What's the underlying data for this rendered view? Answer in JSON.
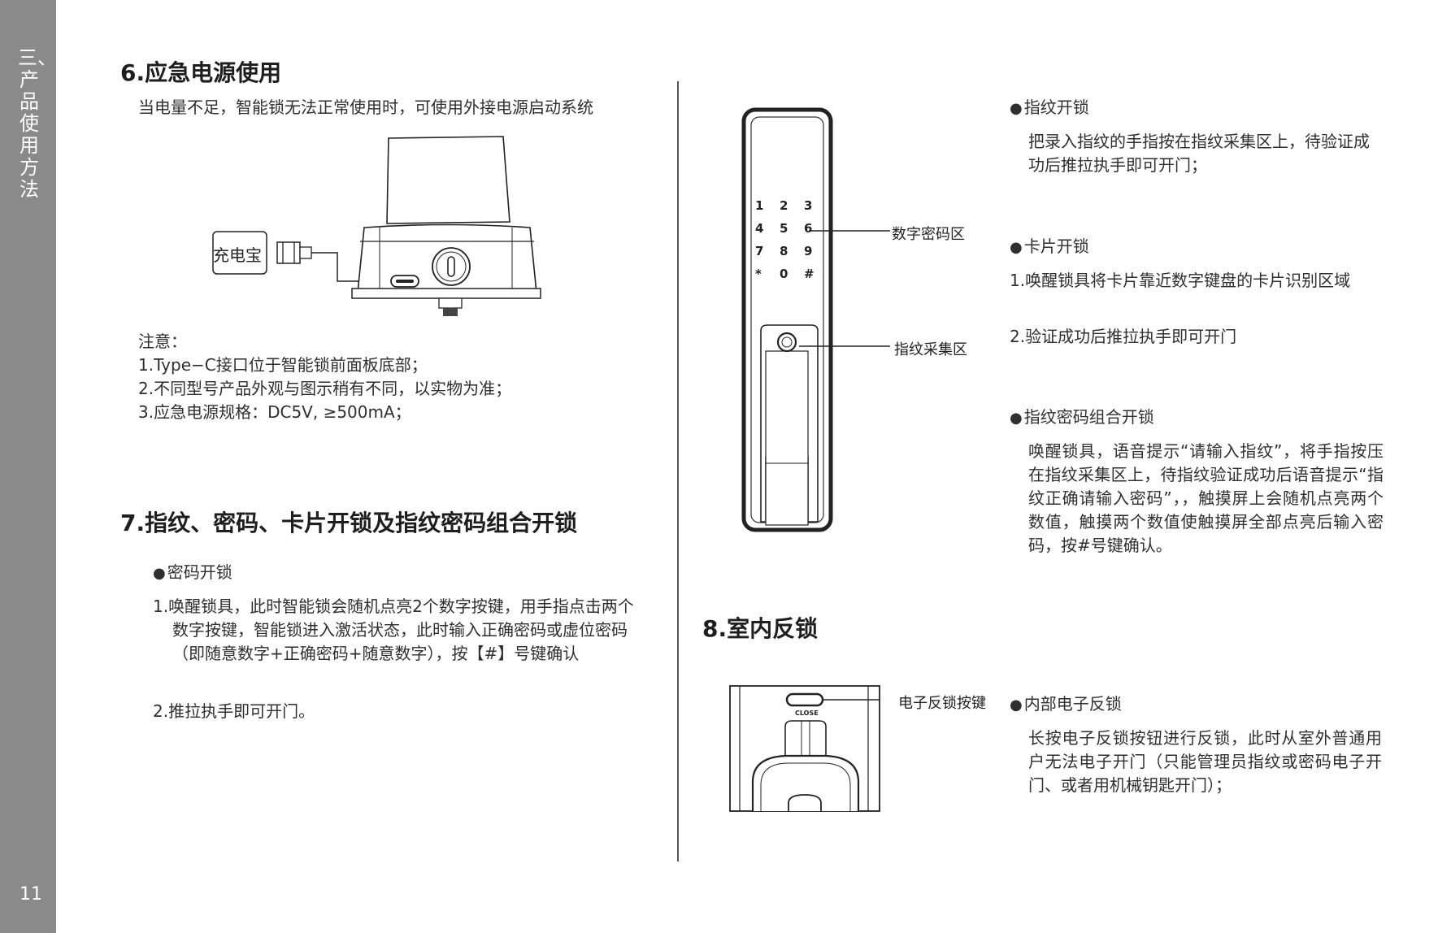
{
  "sidebar": {
    "section_title": "三、产品使用方法",
    "page_number": "11"
  },
  "section6": {
    "heading": "6.应急电源使用",
    "intro": "当电量不足，智能锁无法正常使用时，可使用外接电源启动系统",
    "powerbank_label": "充电宝",
    "notes_title": "注意：",
    "notes": [
      "1.Type−C接口位于智能锁前面板底部；",
      "2.不同型号产品外观与图示稍有不同，以实物为准；",
      "3.应急电源规格：DC5V, ≥500mA；"
    ]
  },
  "section7": {
    "heading": "7.指纹、密码、卡片开锁及指纹密码组合开锁",
    "password": {
      "title": "密码开锁",
      "step1": "1.唤醒锁具，此时智能锁会随机点亮2个数字按键，用手指点击两个数字按键，智能锁进入激活状态，此时输入正确密码或虚位密码（即随意数字+正确密码+随意数字），按【#】号键确认",
      "step2": "2.推拉执手即可开门。"
    },
    "lock_diagram": {
      "keypad_keys": [
        "1",
        "2",
        "3",
        "4",
        "5",
        "6",
        "7",
        "8",
        "9",
        "*",
        "0",
        "#"
      ],
      "keypad_label": "数字密码区",
      "fingerprint_label": "指纹采集区"
    },
    "fingerprint": {
      "title": "指纹开锁",
      "text": "把录入指纹的手指按在指纹采集区上，待验证成功后推拉执手即可开门；"
    },
    "card": {
      "title": "卡片开锁",
      "step1": "1.唤醒锁具将卡片靠近数字键盘的卡片识别区域",
      "step2": "2.验证成功后推拉执手即可开门"
    },
    "combo": {
      "title": "指纹密码组合开锁",
      "text": "唤醒锁具，语音提示“请输入指纹”，将手指按压在指纹采集区上，待指纹验证成功后语音提示“指纹正确请输入密码”，，触摸屏上会随机点亮两个数值，触摸两个数值使触摸屏全部点亮后输入密码，按#号键确认。"
    }
  },
  "section8": {
    "heading": "8.室内反锁",
    "button_label": "电子反锁按键",
    "close_text": "CLOSE",
    "inner": {
      "title": "内部电子反锁",
      "text": "长按电子反锁按钮进行反锁，此时从室外普通用户无法电子开门（只能管理员指纹或密码电子开门、或者用机械钥匙开门）；"
    }
  }
}
